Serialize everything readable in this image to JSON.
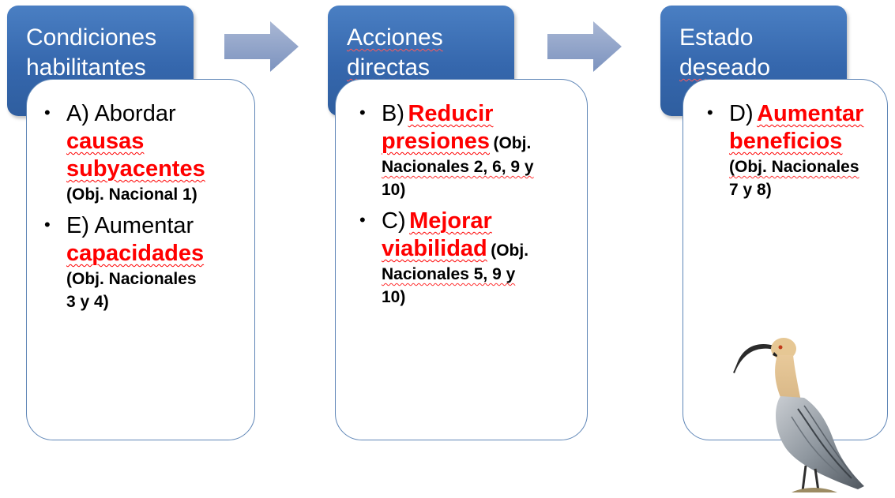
{
  "columns": [
    {
      "header": [
        "Condiciones",
        "habilitantes"
      ],
      "items": [
        {
          "lead": "A) Abordar",
          "highlight": [
            "causas",
            "subyacentes"
          ],
          "detail": [
            "(Obj. Nacional 1)"
          ]
        },
        {
          "lead": "E) Aumentar",
          "highlight": [
            "capacidades"
          ],
          "detail": [
            "(Obj. Nacionales",
            "3 y 4)"
          ]
        }
      ]
    },
    {
      "header": [
        "Acciones",
        "directas"
      ],
      "items": [
        {
          "lead": "B)",
          "highlight": [
            "Reducir",
            "presiones"
          ],
          "detail": [
            "(Obj.",
            "Nacionales 2, 6, 9 y",
            "10)"
          ]
        },
        {
          "lead": "C)",
          "highlight": [
            "Mejorar",
            "viabilidad"
          ],
          "detail": [
            "(Obj.",
            "Nacionales 5, 9 y",
            "10)"
          ]
        }
      ]
    },
    {
      "header": [
        "Estado",
        "deseado"
      ],
      "items": [
        {
          "lead": "D)",
          "highlight": [
            "Aumentar",
            "beneficios"
          ],
          "detail": [
            "(Obj. Nacionales",
            "7 y 8)"
          ]
        }
      ]
    }
  ],
  "colors": {
    "header": "#3567ad",
    "highlight": "#ff0000",
    "box_border": "#5f86b7",
    "arrow": "#8fa3c8"
  },
  "icons": [
    "right-arrow-icon",
    "ibis-bird-illustration"
  ]
}
